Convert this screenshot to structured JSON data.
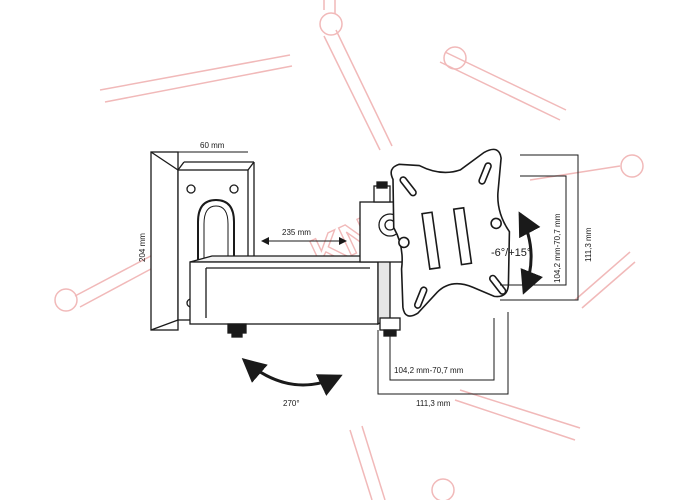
{
  "dimensions": {
    "wall_plate_width": "60 mm",
    "wall_plate_height": "204 mm",
    "arm_extension": "235 mm",
    "vesa_horizontal_range": "104,2 mm-70,7 mm",
    "vesa_horizontal_outer": "111,3 mm",
    "vesa_vertical_range": "104,2 mm-70,7 mm",
    "vesa_vertical_outer": "111,3 mm"
  },
  "rotation": {
    "swivel": "270°",
    "tilt": "-6°/+15°"
  },
  "watermark": {
    "text": "KNS",
    "color": "#f1b9b9"
  },
  "colors": {
    "line": "#1a1a1a",
    "fill_light": "#ffffff",
    "fill_shade": "#efefef"
  }
}
